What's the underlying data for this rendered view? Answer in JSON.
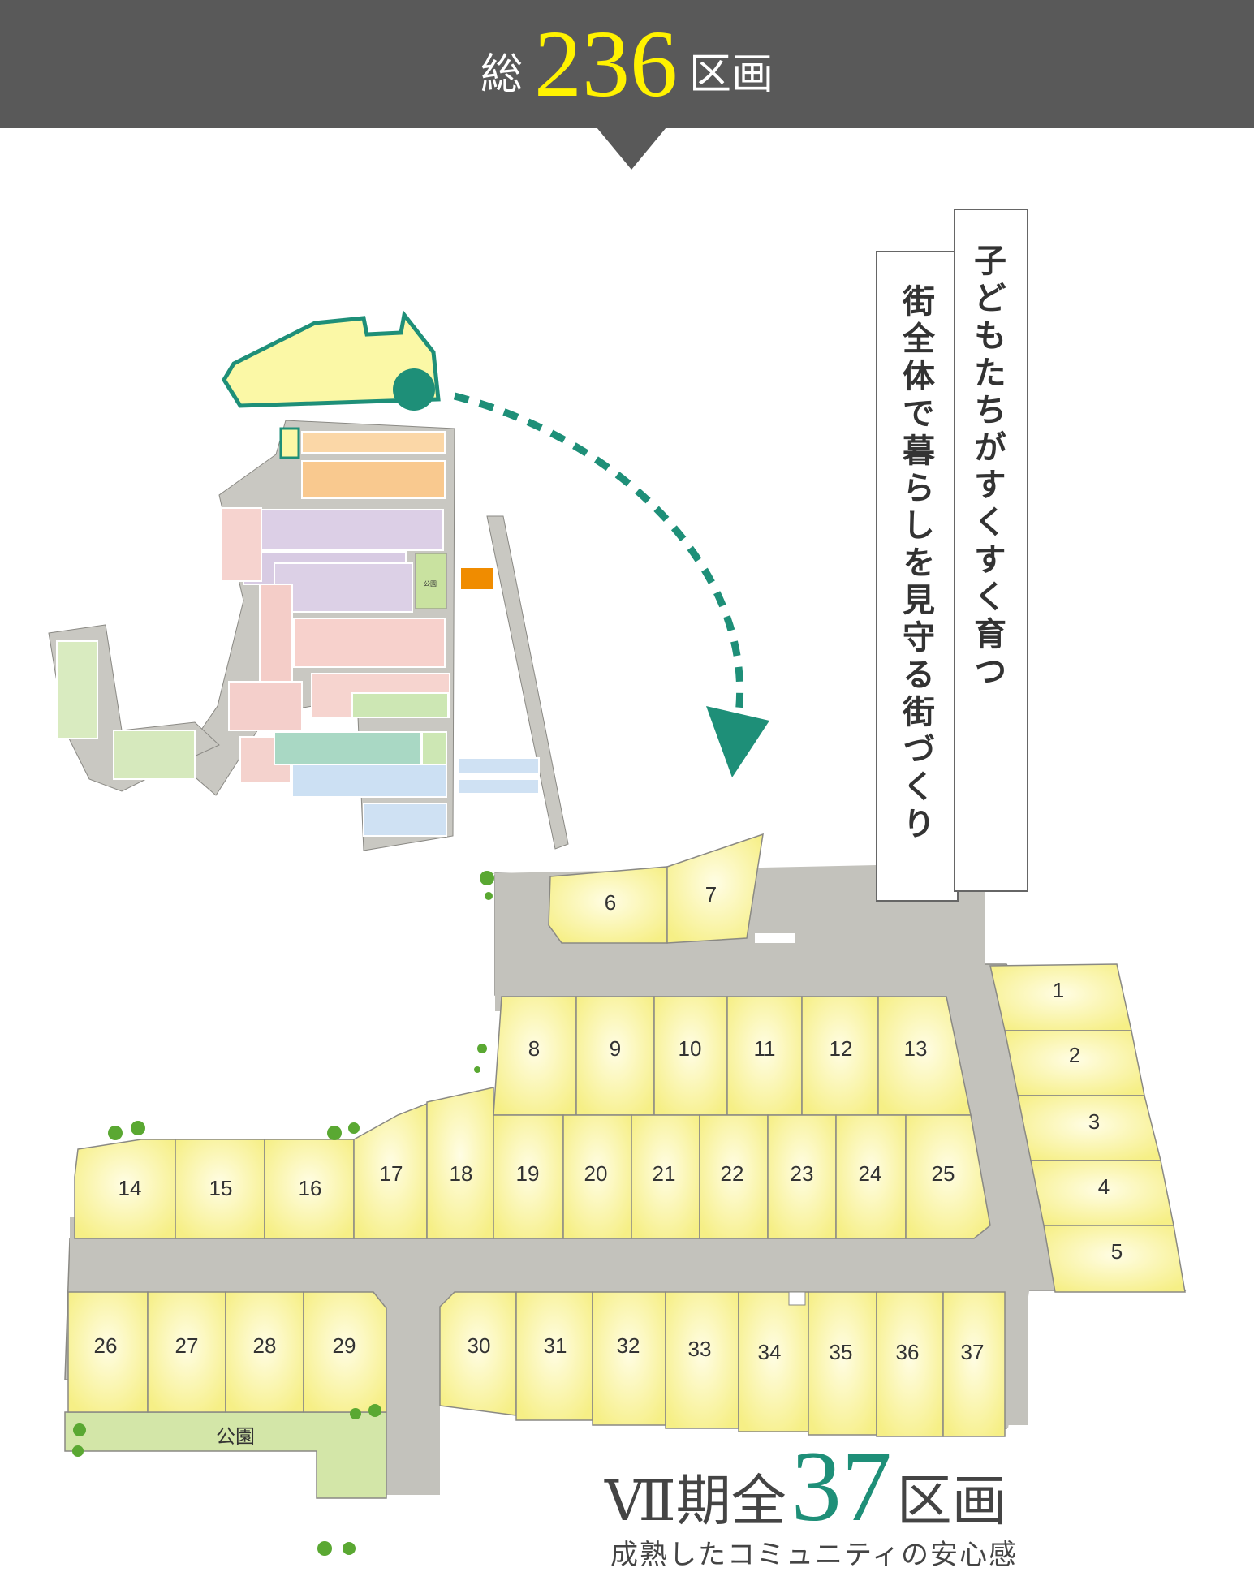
{
  "banner": {
    "prefix": "総",
    "total": "236",
    "suffix": "区画"
  },
  "tagline": {
    "lines": [
      "子どもたちがすくすく育つ",
      "街全体で暮らしを見守る街づくり"
    ]
  },
  "phase": {
    "roman": "Ⅶ",
    "prefix": "期全",
    "count": "37",
    "suffix": "区画",
    "subtitle": "成熟したコミュニティの安心感"
  },
  "map": {
    "park_label": "公園",
    "lot_numbers": [
      "1",
      "2",
      "3",
      "4",
      "5",
      "6",
      "7",
      "8",
      "9",
      "10",
      "11",
      "12",
      "13",
      "14",
      "15",
      "16",
      "17",
      "18",
      "19",
      "20",
      "21",
      "22",
      "23",
      "24",
      "25",
      "26",
      "27",
      "28",
      "29",
      "30",
      "31",
      "32",
      "33",
      "34",
      "35",
      "36",
      "37"
    ],
    "mini_park_label": "公園"
  },
  "colors": {
    "banner_bg": "#595959",
    "total_highlight": "#fff200",
    "phase_accent": "#1e8f78",
    "lot_fill": "#fbf8a6",
    "road": "#b9b8b3",
    "park": "#cfe3a3",
    "orange_marker": "#f08c00"
  }
}
